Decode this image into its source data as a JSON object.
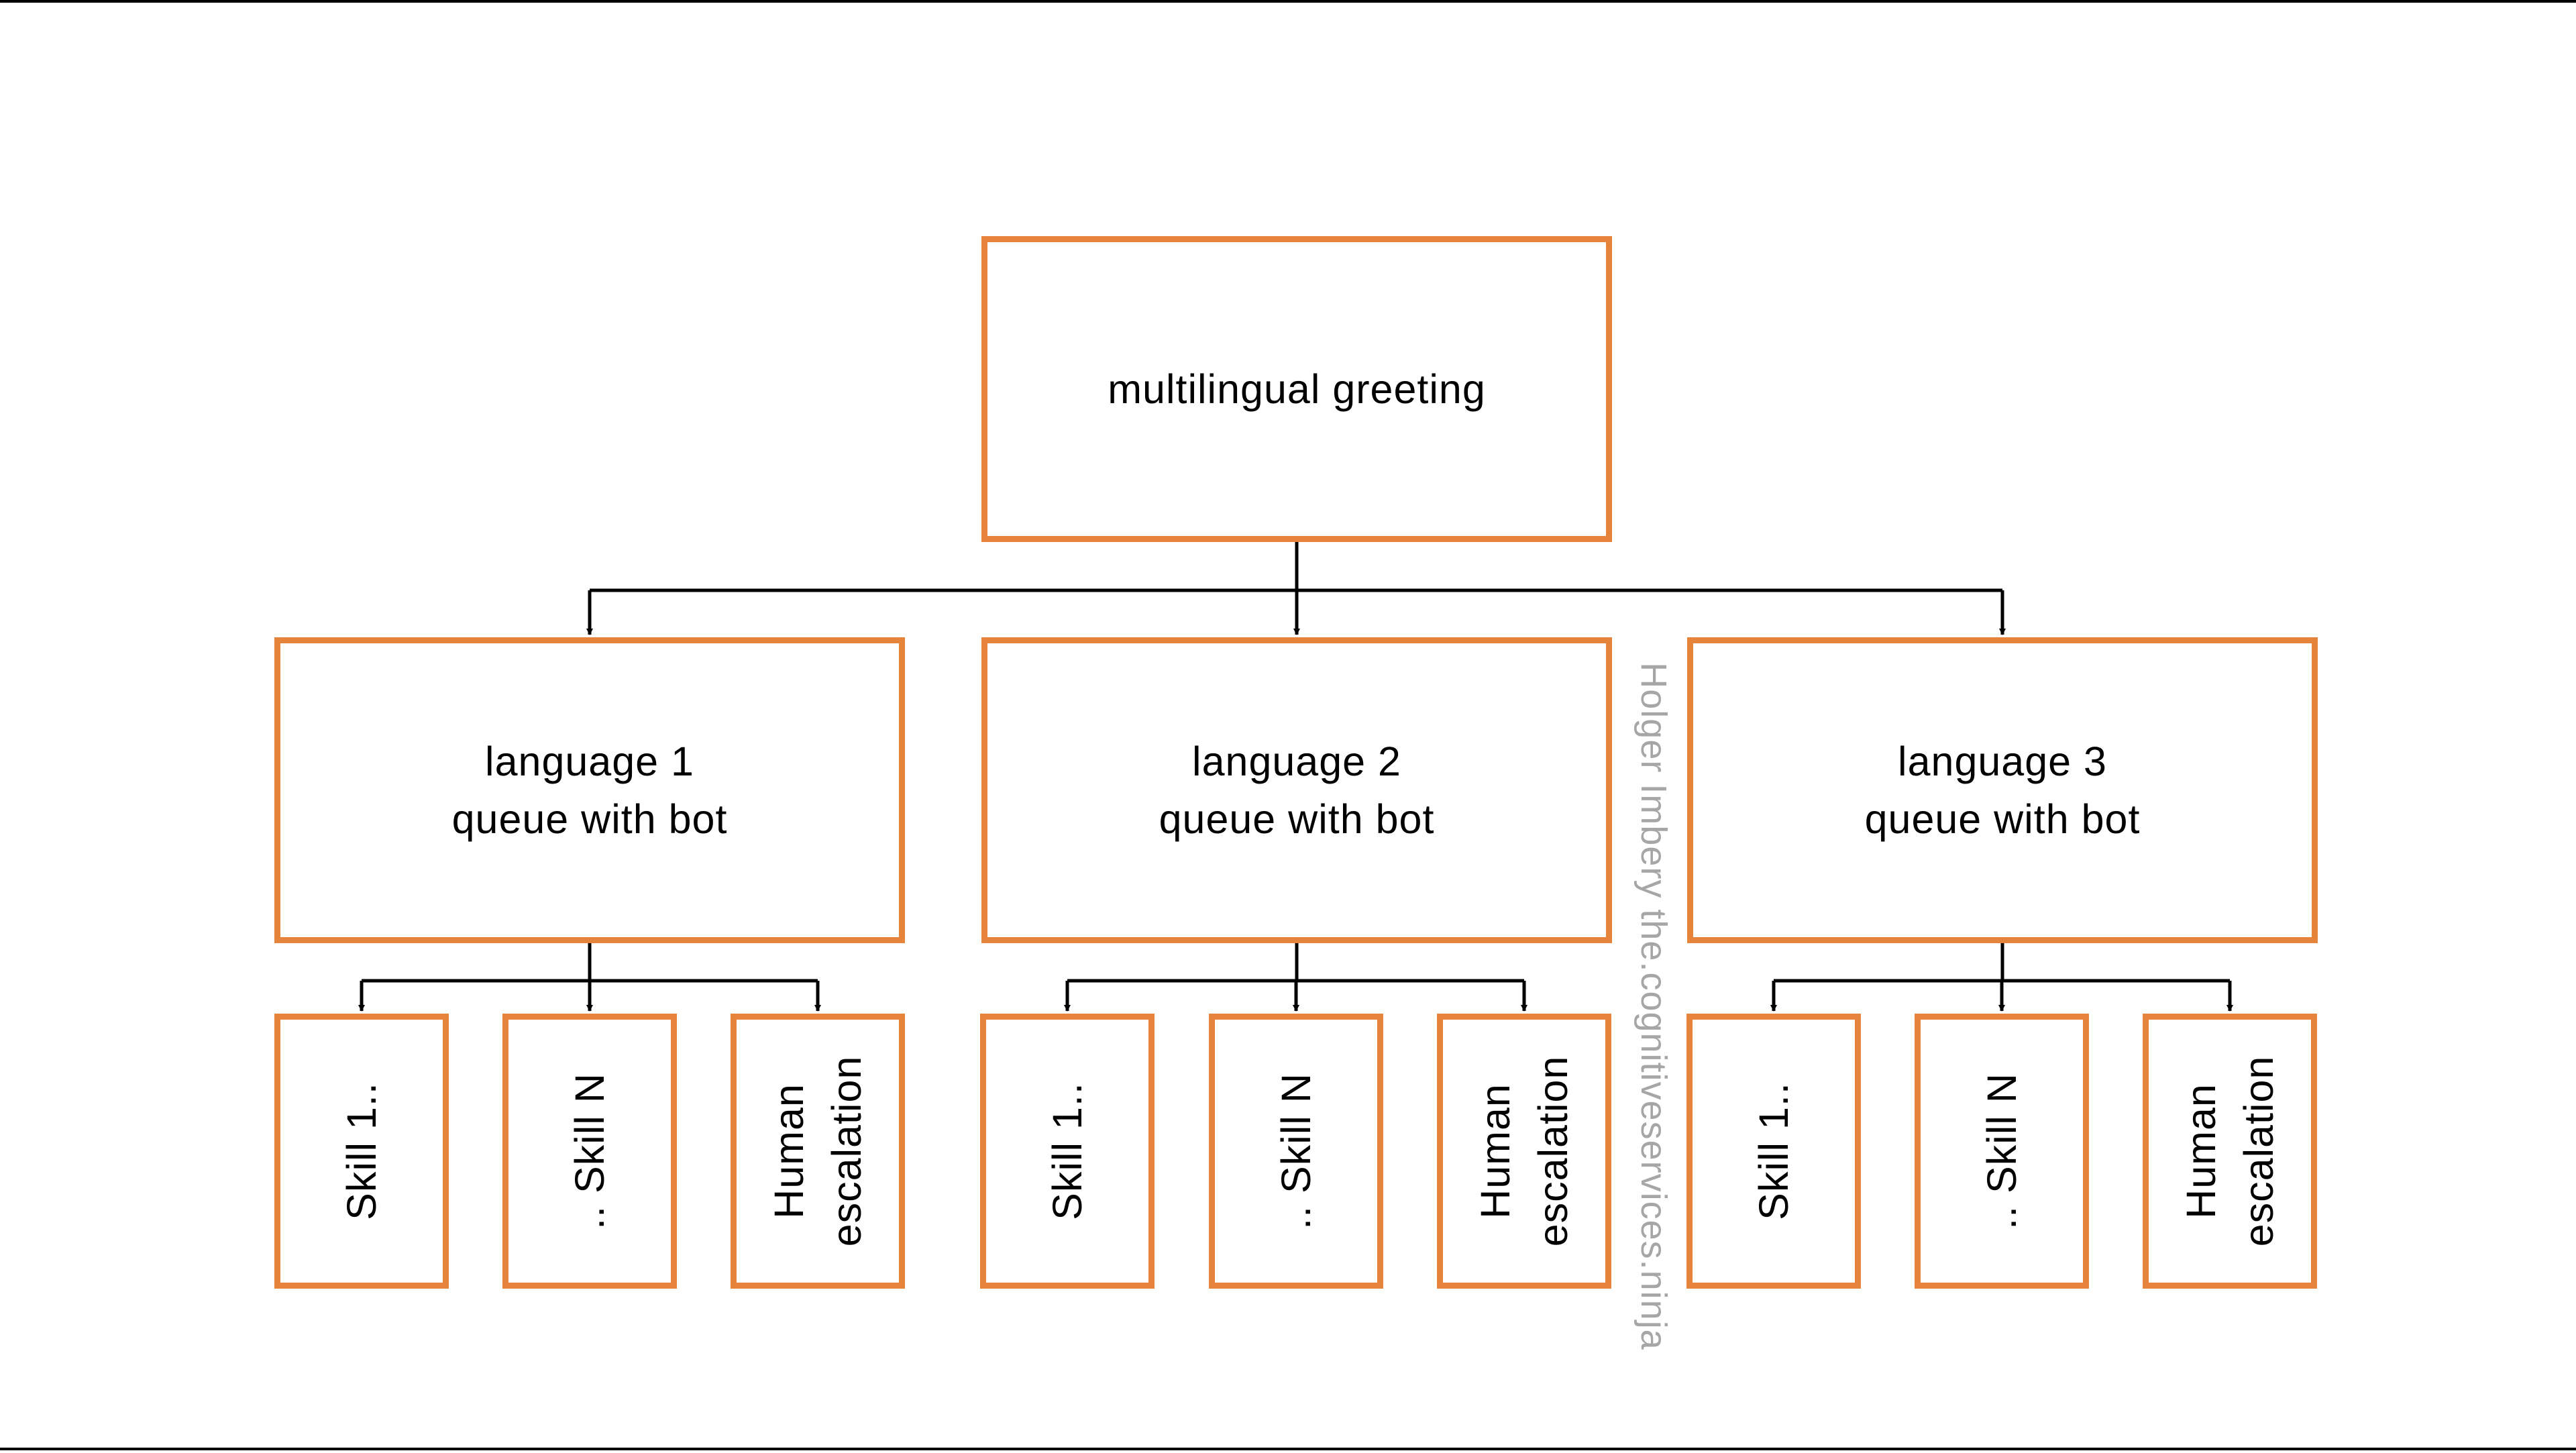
{
  "diagram": {
    "root": {
      "label": "multilingual greeting"
    },
    "languages": [
      {
        "line1": "language 1",
        "line2": "queue with bot"
      },
      {
        "line1": "language 2",
        "line2": "queue with bot"
      },
      {
        "line1": "language 3",
        "line2": "queue with bot"
      }
    ],
    "leaves": [
      {
        "label": "Skill 1.."
      },
      {
        "label": ".. Skill N"
      },
      {
        "line1": "Human",
        "line2": "escalation"
      }
    ],
    "watermark": "Holger Imbery the.cognitiveservices.ninja",
    "colors": {
      "box_border": "#E7843B",
      "connector": "#000000",
      "watermark": "#A6A6A6"
    }
  }
}
